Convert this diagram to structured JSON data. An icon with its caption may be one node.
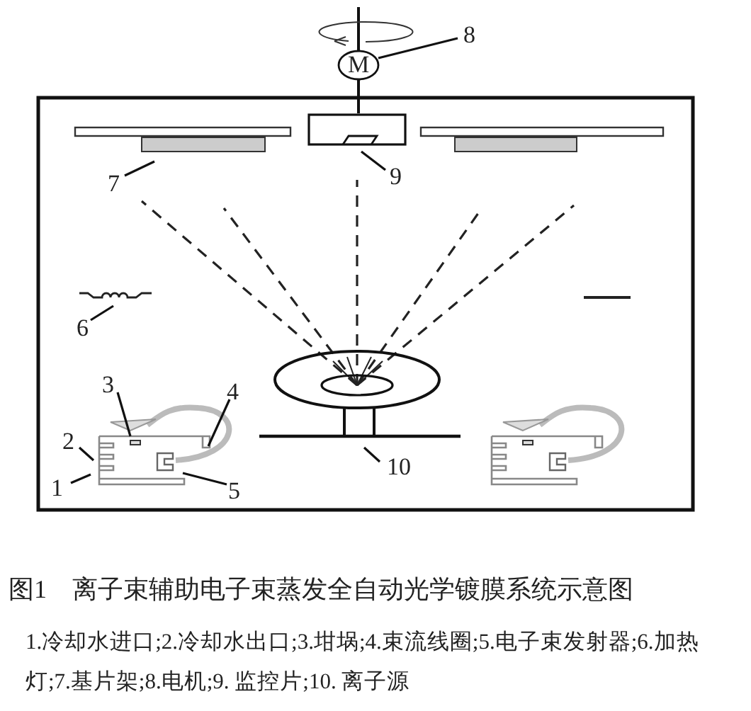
{
  "diagram": {
    "title": "图1　离子束辅助电子束蒸发全自动光学镀膜系统示意图",
    "caption": "1.冷却水进口;2.冷却水出口;3.坩埚;4.束流线圈;5.电子束发射器;6.加热灯;7.基片架;8.电机;9. 监控片;10. 离子源",
    "nodes": [
      {
        "text": [
          "1"
        ]
      },
      {
        "text": [
          "2"
        ]
      },
      {
        "text": [
          "3"
        ]
      },
      {
        "text": [
          "4"
        ]
      },
      {
        "text": [
          "5"
        ]
      },
      {
        "text": [
          "6"
        ]
      },
      {
        "text": [
          "7"
        ]
      },
      {
        "text": [
          "8"
        ]
      },
      {
        "text": [
          "9"
        ]
      },
      {
        "text": [
          "10"
        ]
      },
      {
        "text": [
          "M"
        ]
      }
    ],
    "edges": [
      {
        "from": 0,
        "to": null,
        "arrow": "none"
      },
      {
        "from": 1,
        "to": null,
        "arrow": "none"
      },
      {
        "from": 2,
        "to": null,
        "arrow": "none"
      },
      {
        "from": 3,
        "to": null,
        "arrow": "none"
      },
      {
        "from": 4,
        "to": null,
        "arrow": "none"
      },
      {
        "from": 5,
        "to": null,
        "arrow": "none"
      },
      {
        "from": 6,
        "to": null,
        "arrow": "none"
      },
      {
        "from": 7,
        "to": 10,
        "arrow": "none"
      },
      {
        "from": 8,
        "to": null,
        "arrow": "none"
      },
      {
        "from": 9,
        "to": null,
        "arrow": "none"
      }
    ]
  }
}
